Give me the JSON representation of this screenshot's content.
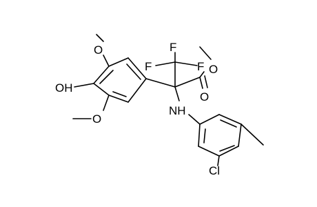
{
  "molecule": {
    "atom_labels": {
      "hydroxyl": "OH",
      "methoxy_top_o": "O",
      "methoxy_bottom_o": "O",
      "f_top": "F",
      "f_left": "F",
      "f_right": "F",
      "ester_ether_o": "O",
      "ester_carbonyl_o": "O",
      "amine": "NH",
      "chlorine": "Cl"
    }
  }
}
